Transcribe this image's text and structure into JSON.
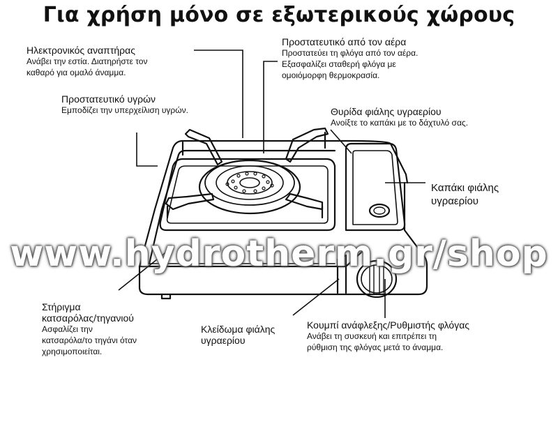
{
  "title": "Για χρήση μόνο σε εξωτερικούς χώρους",
  "watermark": "www.hydrotherm.gr/shop",
  "labels": {
    "igniter": {
      "heading": "Ηλεκτρονικός αναπτήρας",
      "desc1": "Ανάβει την εστία. Διατηρήστε τον",
      "desc2": "καθαρό για ομαλό άναμμα."
    },
    "liquid_guard": {
      "heading": "Προστατευτικό υγρών",
      "desc1": "Εμποδίζει την υπερχείλιση υγρών."
    },
    "wind_guard": {
      "heading": "Προστατευτικό από τον αέρα",
      "desc1": "Προστατεύει τη φλόγα από τον αέρα.",
      "desc2": "Εξασφαλίζει σταθερή φλόγα με",
      "desc3": "ομοιόμορφη θερμοκρασία."
    },
    "cartridge_slot": {
      "heading": "Θυρίδα φιάλης υγραερίου",
      "desc1": "Ανοίξτε το καπάκι με το δάχτυλό σας."
    },
    "cartridge_cover": {
      "line1": "Καπάκι φιάλης",
      "line2": "υγραερίου"
    },
    "pot_support": {
      "heading1": "Στήριγμα",
      "heading2": "κατσαρόλας/τηγανιού",
      "desc1": "Ασφαλίζει την",
      "desc2": "κατσαρόλα/το τηγάνι όταν",
      "desc3": "χρησιμοποιείται."
    },
    "cartridge_lock": {
      "line1": "Κλείδωμα φιάλης",
      "line2": "υγραερίου"
    },
    "knob": {
      "heading": "Κουμπί ανάφλεξης/Ρυθμιστής φλόγας",
      "desc1": "Ανάβει τη συσκευή και επιτρέπει τη",
      "desc2": "ρύθμιση της φλόγας μετά το άναμμα."
    }
  }
}
